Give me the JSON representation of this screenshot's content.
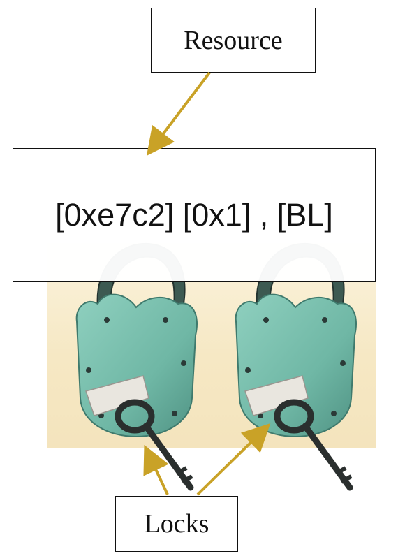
{
  "resource": {
    "label": "Resource",
    "value": "[0xe7c2] [0x1] , [BL]"
  },
  "locks": {
    "label": "Locks",
    "count": 2
  },
  "icons": [
    "padlock-icon",
    "key-icon"
  ],
  "colors": {
    "arrow": "#c9a227",
    "lock_body": "#6fb7a5",
    "shackle": "#3d5a52",
    "key": "#2a2f2e",
    "photo_background": "#f6e8c4"
  }
}
